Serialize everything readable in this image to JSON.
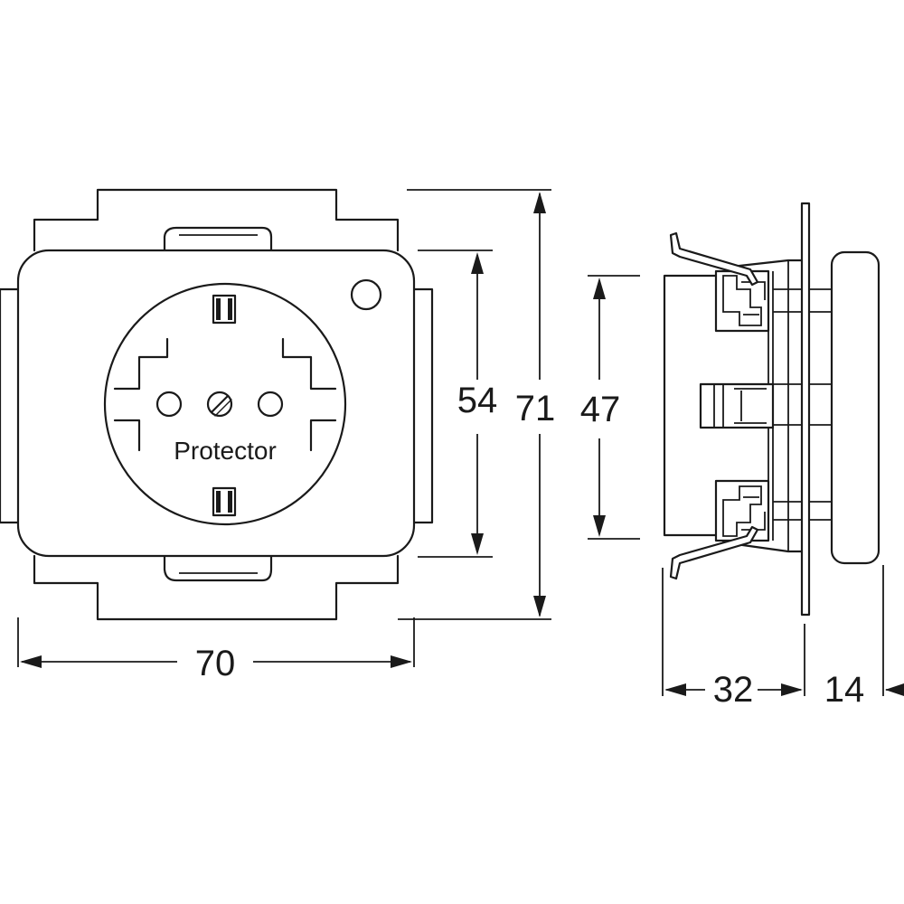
{
  "front_view": {
    "label": "Protector"
  },
  "dimensions": {
    "width": "70",
    "inner_height": "54",
    "outer_height": "71",
    "side_height": "47",
    "depth": "32",
    "cover_depth": "14"
  },
  "colors": {
    "stroke": "#1a1a1a",
    "background": "#ffffff"
  }
}
